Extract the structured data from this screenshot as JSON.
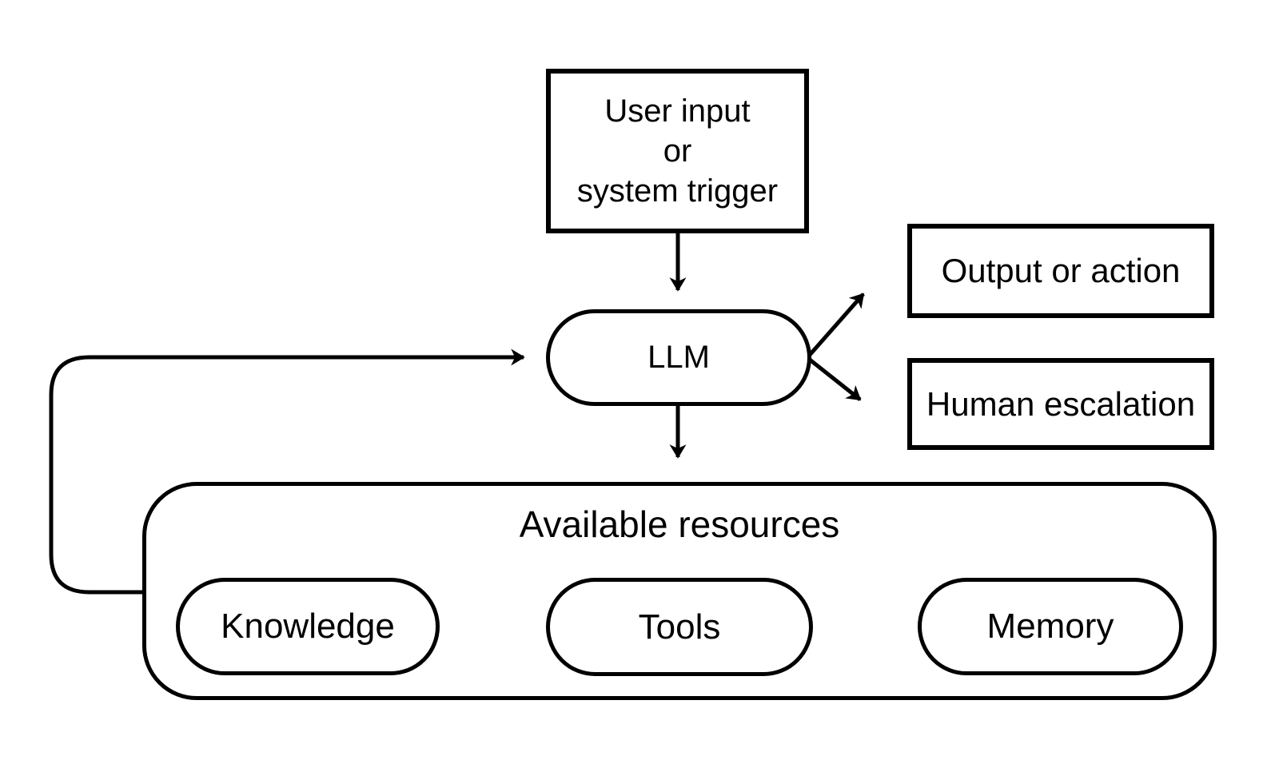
{
  "nodes": {
    "trigger": {
      "line1": "User input",
      "line2": "or",
      "line3": "system trigger"
    },
    "llm": {
      "label": "LLM"
    },
    "output_or_action": {
      "label": "Output or action"
    },
    "human_escalation": {
      "label": "Human escalation"
    },
    "available_resources": {
      "title": "Available resources",
      "items": [
        {
          "label": "Knowledge"
        },
        {
          "label": "Tools"
        },
        {
          "label": "Memory"
        }
      ]
    }
  },
  "edges": [
    {
      "from": "user-input-or-system-trigger",
      "to": "llm",
      "type": "arrow"
    },
    {
      "from": "llm",
      "to": "output-or-action",
      "type": "arrow"
    },
    {
      "from": "llm",
      "to": "human-escalation",
      "type": "arrow"
    },
    {
      "from": "llm",
      "to": "available-resources",
      "type": "arrow"
    },
    {
      "from": "available-resources",
      "to": "llm",
      "type": "arrow-loop"
    }
  ],
  "colors": {
    "stroke": "#000000",
    "background": "#ffffff",
    "text": "#000000"
  }
}
